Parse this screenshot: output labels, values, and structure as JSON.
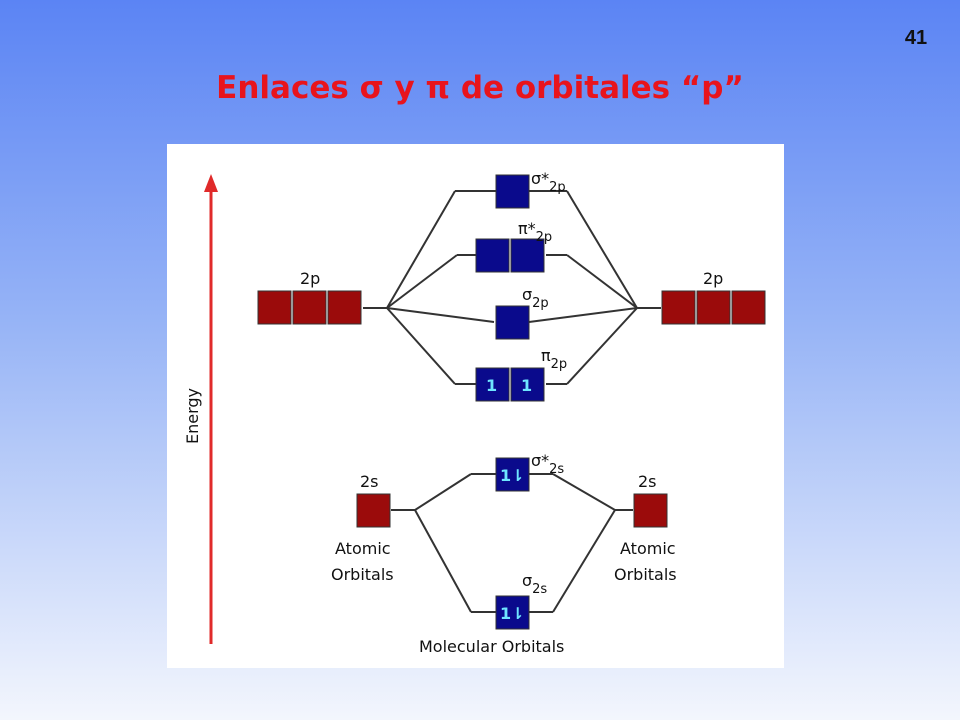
{
  "slide": {
    "number": "41",
    "title": "Enlaces σ y π de orbitales “p”"
  },
  "diagram": {
    "axis_label": "Energy",
    "left_2p_label": "2p",
    "right_2p_label": "2p",
    "left_2s_label": "2s",
    "right_2s_label": "2s",
    "left_atomic_label_line1": "Atomic",
    "left_atomic_label_line2": "Orbitals",
    "right_atomic_label_line1": "Atomic",
    "right_atomic_label_line2": "Orbitals",
    "molecular_label": "Molecular Orbitals",
    "sigma_star_2p": {
      "symbol": "σ*",
      "sub": "2p"
    },
    "pi_star_2p": {
      "symbol": "π*",
      "sub": "2p"
    },
    "sigma_2p": {
      "symbol": "σ",
      "sub": "2p"
    },
    "pi_2p": {
      "symbol": "π",
      "sub": "2p",
      "electrons": [
        "1",
        "1"
      ]
    },
    "sigma_star_2s": {
      "symbol": "σ*",
      "sub": "2s",
      "electrons": "1⇂"
    },
    "sigma_2s": {
      "symbol": "σ",
      "sub": "2s",
      "electrons": "1⇂"
    },
    "colors": {
      "atomic_orbital": "#9b0b0b",
      "molecular_orbital": "#0a0a8c",
      "energy_arrow": "#e02a2a",
      "electron_text": "#6fe6ff",
      "title": "#e8141c"
    }
  }
}
